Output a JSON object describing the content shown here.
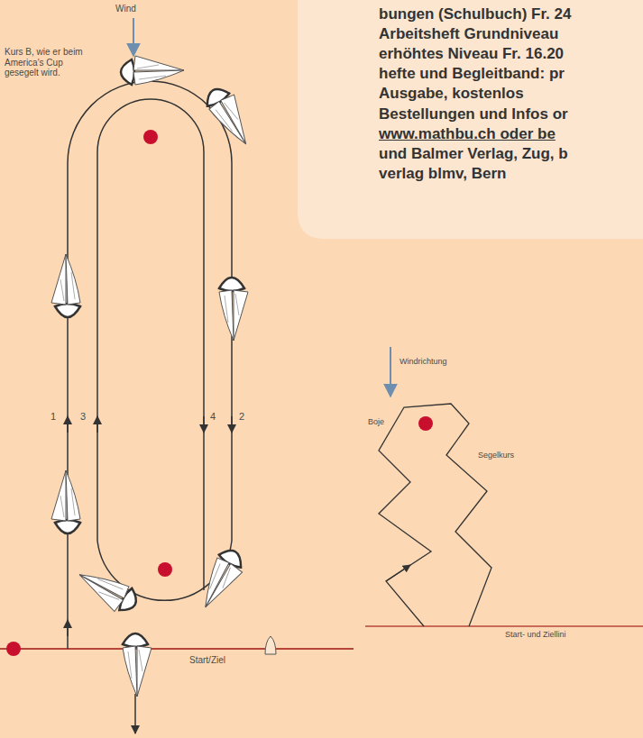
{
  "diagram": {
    "labels": [
      "Wind",
      "Kurs B, wie er beim America's Cup gesegelt wird.",
      "1",
      "3",
      "4",
      "2",
      "Start/Ziel",
      "bungen (Schulbuch) Fr. 24",
      "Arbeitsheft Grundniveau",
      "erhöhtes Niveau Fr. 16.20",
      "hefte und Begleitband: pr",
      "Ausgabe, kostenlos",
      "Bestellungen und Infos or",
      "www.mathbu.ch oder be",
      "und Balmer Verlag, Zug, b",
      "verlag blmv, Bern",
      "Windrichtung",
      "Boje",
      "Segelkurs",
      "Start- und Ziellini"
    ]
  }
}
